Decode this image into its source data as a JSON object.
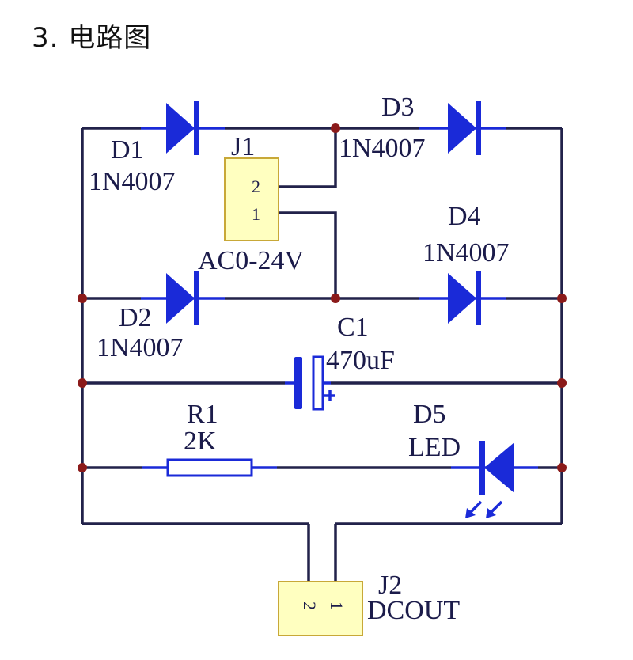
{
  "heading": "3. 电路图",
  "components": {
    "d1": {
      "ref": "D1",
      "value": "1N4007"
    },
    "d2": {
      "ref": "D2",
      "value": "1N4007"
    },
    "d3": {
      "ref": "D3",
      "value": "1N4007"
    },
    "d4": {
      "ref": "D4",
      "value": "1N4007"
    },
    "d5": {
      "ref": "D5",
      "value": "LED"
    },
    "j1": {
      "ref": "J1",
      "value": "AC0-24V",
      "pin_top": "2",
      "pin_bottom": "1"
    },
    "j2": {
      "ref": "J2",
      "value": "DCOUT",
      "pin_left": "2",
      "pin_right": "1"
    },
    "c1": {
      "ref": "C1",
      "value": "470uF",
      "polarity": "+"
    },
    "r1": {
      "ref": "R1",
      "value": "2K"
    }
  },
  "colors": {
    "wire": "#22224a",
    "component": "#1a2ad8",
    "connector_fill": "#ffffc0",
    "junction": "#8b1a1a"
  }
}
